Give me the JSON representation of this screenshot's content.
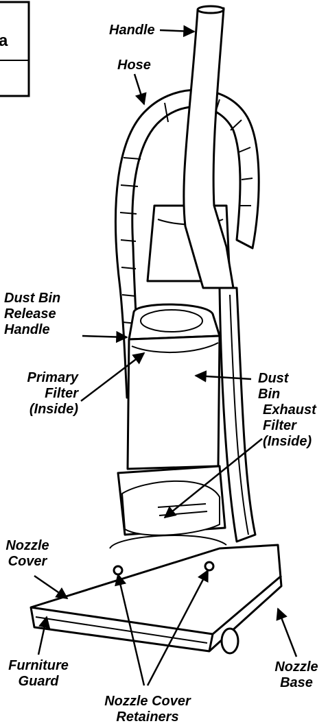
{
  "corner_fragment": "a",
  "labels": {
    "handle": "Handle",
    "hose": "Hose",
    "dust_bin_release_handle": [
      "Dust Bin",
      "Release",
      "Handle"
    ],
    "primary_filter": [
      "Primary",
      "Filter",
      "(Inside)"
    ],
    "dust_bin": [
      "Dust",
      "Bin"
    ],
    "exhaust_filter": [
      "Exhaust",
      "Filter",
      "(Inside)"
    ],
    "nozzle_cover": [
      "Nozzle",
      "Cover"
    ],
    "furniture_guard": [
      "Furniture",
      "Guard"
    ],
    "nozzle_base": [
      "Nozzle",
      "Base"
    ],
    "nozzle_cover_retainers": [
      "Nozzle Cover",
      "Retainers"
    ]
  }
}
